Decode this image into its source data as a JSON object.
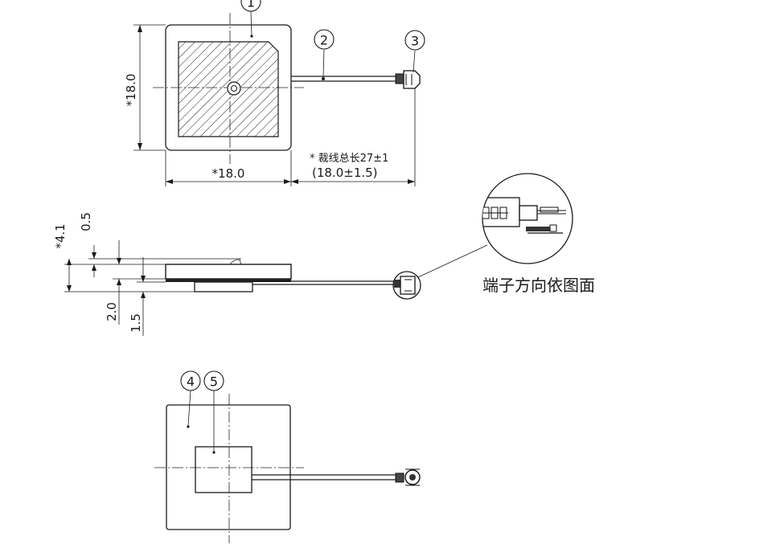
{
  "callouts": {
    "c1": "1",
    "c2": "2",
    "c3": "3",
    "c4": "4",
    "c5": "5"
  },
  "top_view": {
    "height_dim": "*18.0",
    "width_dim": "*18.0",
    "cable_note_line1": "* 裁线总长27±1",
    "cable_note_line2": "(18.0±1.5)"
  },
  "side_view": {
    "dim_total": "*4.1",
    "dim_top": "0.5",
    "dim_mid": "2.0",
    "dim_bottom": "1.5",
    "detail_note": "端子方向依图面"
  }
}
